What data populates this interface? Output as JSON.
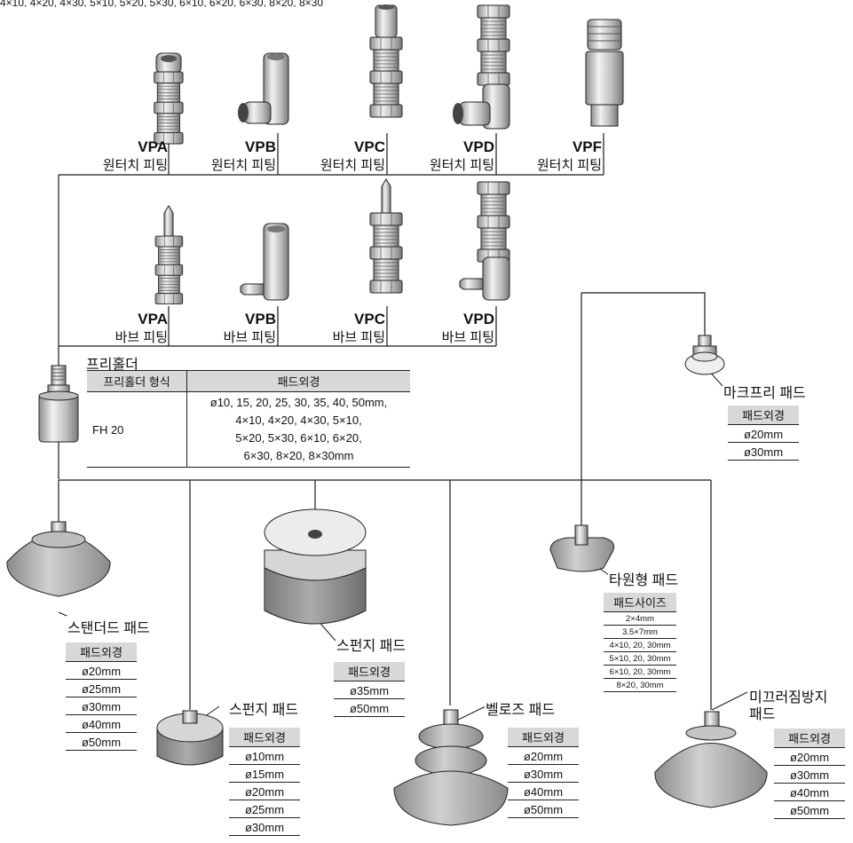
{
  "header_fragment": "4×10, 4×20, 4×30, 5×10, 5×20, 5×30, 6×10, 6×20, 6×30, 8×20, 8×30",
  "one_touch_fittings": [
    {
      "code": "VPA",
      "type": "원터치 피팅"
    },
    {
      "code": "VPB",
      "type": "원터치 피팅"
    },
    {
      "code": "VPC",
      "type": "원터치 피팅"
    },
    {
      "code": "VPD",
      "type": "원터치 피팅"
    },
    {
      "code": "VPF",
      "type": "원터치 피팅"
    }
  ],
  "barb_fittings": [
    {
      "code": "VPA",
      "type": "바브 피팅"
    },
    {
      "code": "VPB",
      "type": "바브 피팅"
    },
    {
      "code": "VPC",
      "type": "바브 피팅"
    },
    {
      "code": "VPD",
      "type": "바브 피팅"
    }
  ],
  "free_holder": {
    "title": "프리홀더",
    "col1": "프리홀더 형식",
    "col2": "패드외경",
    "model": "FH 20",
    "sizes": [
      "ø10, 15, 20, 25, 30, 35, 40, 50mm,",
      "4×10, 4×20, 4×30, 5×10,",
      "5×20, 5×30, 6×10, 6×20,",
      "6×30, 8×20, 8×30mm"
    ]
  },
  "pads": {
    "mark_free": {
      "name": "마크프리 패드",
      "header": "패드외경",
      "rows": [
        "ø20mm",
        "ø30mm"
      ]
    },
    "standard": {
      "name": "스탠더드 패드",
      "header": "패드외경",
      "rows": [
        "ø20mm",
        "ø25mm",
        "ø30mm",
        "ø40mm",
        "ø50mm"
      ]
    },
    "sponge_large": {
      "name": "스펀지 패드",
      "header": "패드외경",
      "rows": [
        "ø35mm",
        "ø50mm"
      ]
    },
    "sponge_small": {
      "name": "스펀지 패드",
      "header": "패드외경",
      "rows": [
        "ø10mm",
        "ø15mm",
        "ø20mm",
        "ø25mm",
        "ø30mm"
      ]
    },
    "oval": {
      "name": "타원형 패드",
      "header": "패드사이즈",
      "rows": [
        "2×4mm",
        "3.5×7mm",
        "4×10, 20, 30mm",
        "5×10, 20, 30mm",
        "6×10, 20, 30mm",
        "8×20, 30mm"
      ]
    },
    "bellows": {
      "name": "벨로즈 패드",
      "header": "패드외경",
      "rows": [
        "ø20mm",
        "ø30mm",
        "ø40mm",
        "ø50mm"
      ]
    },
    "anti_slip": {
      "name_line1": "미끄러짐방지",
      "name_line2": "패드",
      "header": "패드외경",
      "rows": [
        "ø20mm",
        "ø30mm",
        "ø40mm",
        "ø50mm"
      ]
    }
  },
  "colors": {
    "line": "#1a1a1a",
    "header_bg": "#d8d8d8",
    "metal": "#c9c9c9",
    "sponge": "#9a9a9a",
    "rubber": "#b3b3b3"
  }
}
